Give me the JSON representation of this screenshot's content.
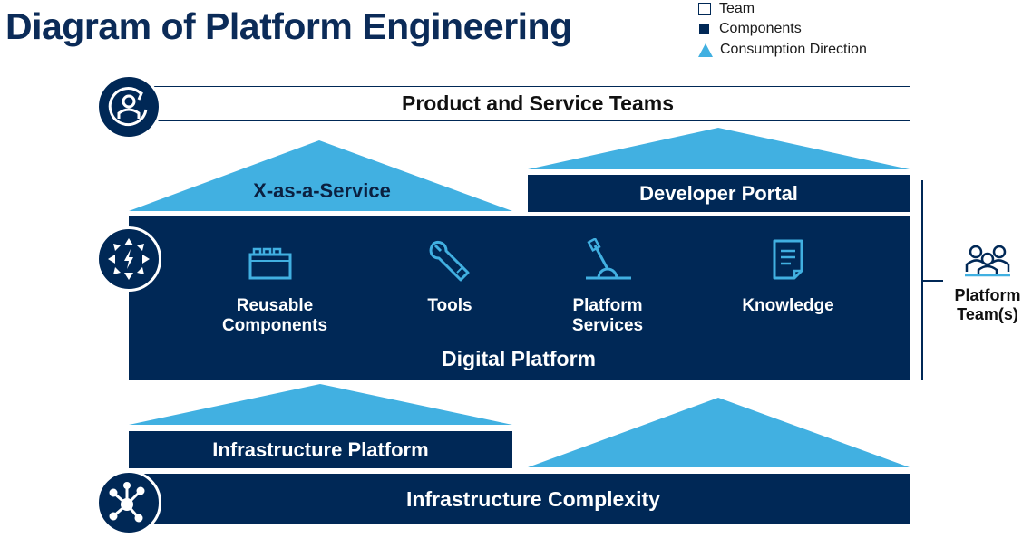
{
  "title": "Diagram of Platform Engineering",
  "legend": {
    "team": "Team",
    "components": "Components",
    "consumption": "Consumption Direction"
  },
  "product_teams": "Product and Service Teams",
  "xaas": "X-as-a-Service",
  "developer_portal": "Developer Portal",
  "digital_platform": {
    "label": "Digital Platform",
    "components": [
      {
        "line1": "Reusable",
        "line2": "Components",
        "icon": "lego-block-icon"
      },
      {
        "line1": "Tools",
        "line2": "",
        "icon": "wrench-icon"
      },
      {
        "line1": "Platform",
        "line2": "Services",
        "icon": "joystick-icon"
      },
      {
        "line1": "Knowledge",
        "line2": "",
        "icon": "document-icon"
      }
    ]
  },
  "platform_teams": {
    "line1": "Platform",
    "line2": "Team(s)"
  },
  "infrastructure_platform": "Infrastructure Platform",
  "infrastructure_complexity": "Infrastructure Complexity",
  "colors": {
    "navy": "#002856",
    "title_navy": "#0b2b58",
    "light_blue": "#41b0e1"
  }
}
